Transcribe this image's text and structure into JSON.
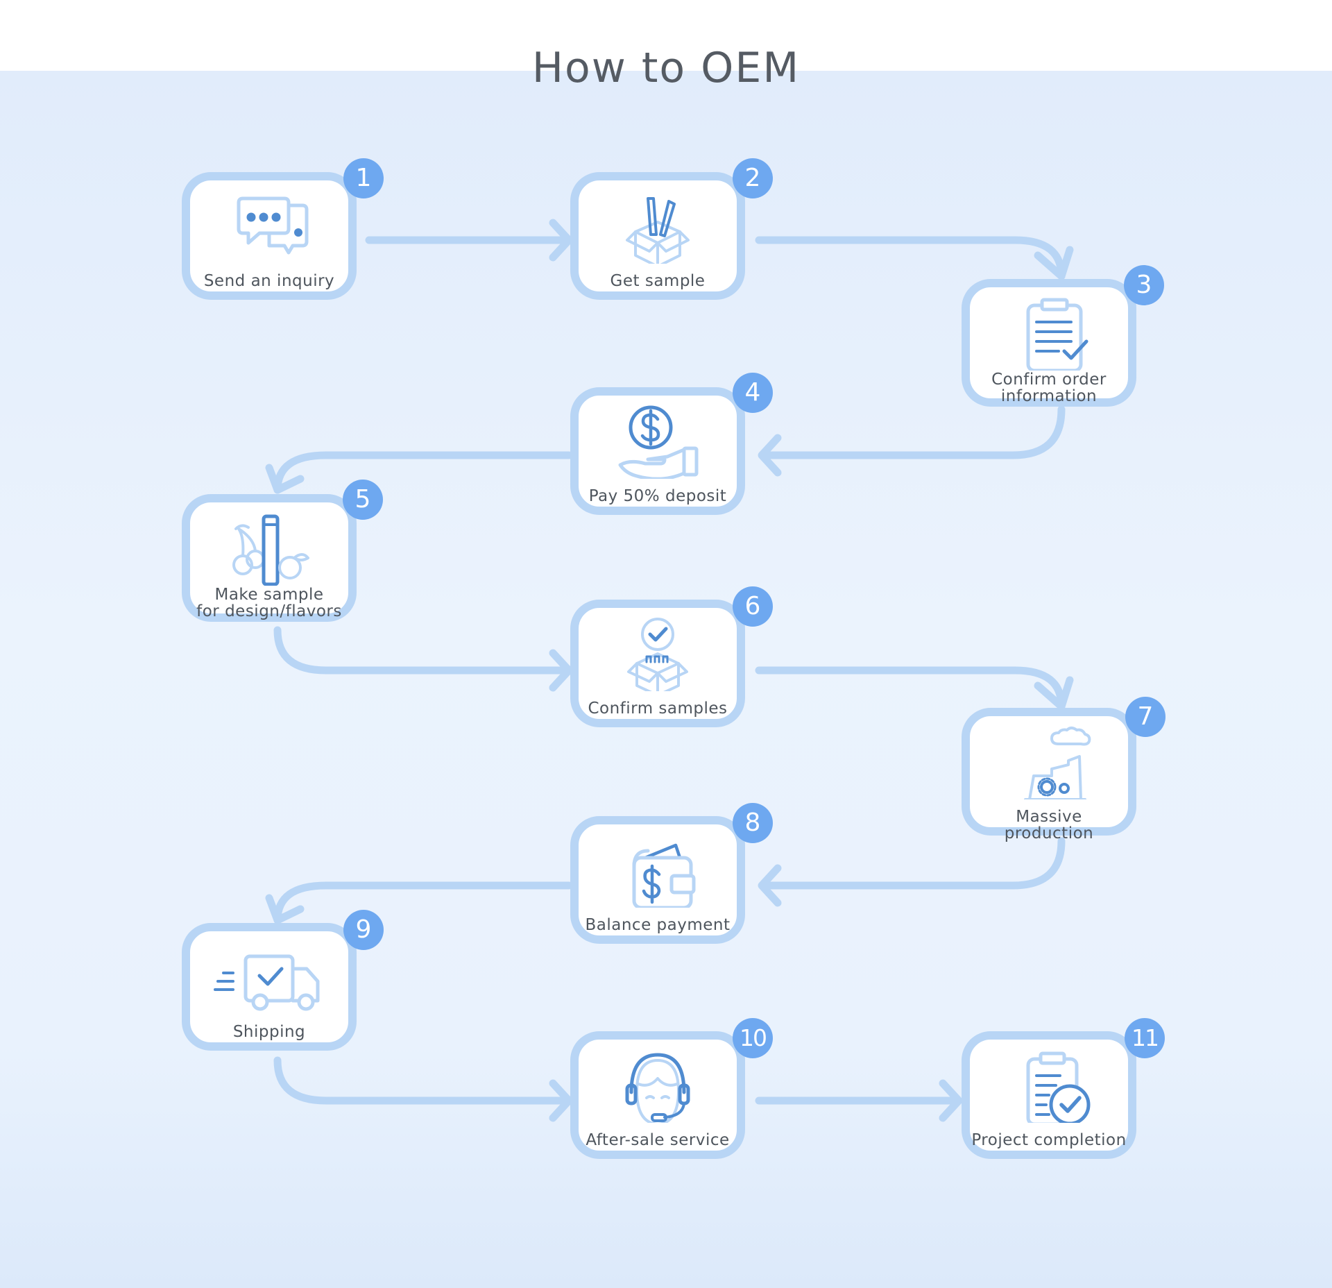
{
  "title": "How to OEM",
  "colors": {
    "connector": "#b8d5f5",
    "card_border": "#b8d5f5",
    "badge": "#6ea8f0",
    "icon_dark": "#4f8bd0",
    "icon_light": "#b8d5f5",
    "text": "#4e555d"
  },
  "steps": [
    {
      "number": "1",
      "label": "Send an inquiry",
      "icon": "chat-bubbles-icon"
    },
    {
      "number": "2",
      "label": "Get sample",
      "icon": "sample-box-icon"
    },
    {
      "number": "3",
      "label": "Confirm order\ninformation",
      "icon": "clipboard-check-icon"
    },
    {
      "number": "4",
      "label": "Pay 50% deposit",
      "icon": "hand-coin-icon"
    },
    {
      "number": "5",
      "label": "Make sample\nfor design/flavors",
      "icon": "vape-fruit-icon"
    },
    {
      "number": "6",
      "label": "Confirm samples",
      "icon": "box-check-icon"
    },
    {
      "number": "7",
      "label": "Massive production",
      "icon": "factory-icon"
    },
    {
      "number": "8",
      "label": "Balance payment",
      "icon": "wallet-dollar-icon"
    },
    {
      "number": "9",
      "label": "Shipping",
      "icon": "delivery-truck-icon"
    },
    {
      "number": "10",
      "label": "After-sale service",
      "icon": "headset-agent-icon"
    },
    {
      "number": "11",
      "label": "Project completion",
      "icon": "document-check-icon"
    }
  ]
}
